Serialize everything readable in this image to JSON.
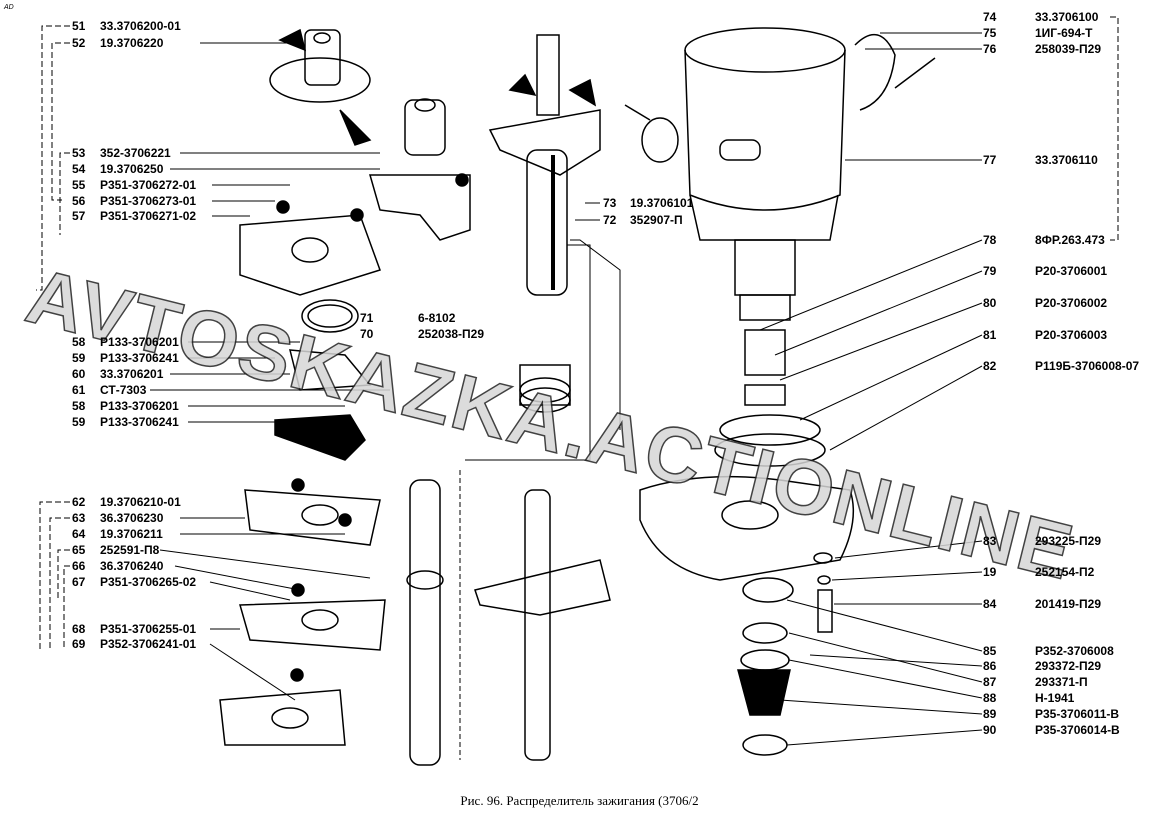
{
  "corner_mark": "AD",
  "watermark": "AVTOSKAZKA.ACTIONLINE",
  "caption": "Рис. 96. Распределитель зажигания (3706/2",
  "left_callouts": [
    {
      "num": "51",
      "code": "33.3706200-01"
    },
    {
      "num": "52",
      "code": "19.3706220"
    },
    {
      "num": "53",
      "code": "352-3706221"
    },
    {
      "num": "54",
      "code": "19.3706250"
    },
    {
      "num": "55",
      "code": "Р351-3706272-01"
    },
    {
      "num": "56",
      "code": "Р351-3706273-01"
    },
    {
      "num": "57",
      "code": "Р351-3706271-02"
    },
    {
      "num": "58",
      "code": "Р133-3706201"
    },
    {
      "num": "59",
      "code": "Р133-3706241"
    },
    {
      "num": "60",
      "code": "33.3706201"
    },
    {
      "num": "61",
      "code": "СТ-7303"
    },
    {
      "num": "58",
      "code": "Р133-3706201"
    },
    {
      "num": "59",
      "code": "Р133-3706241"
    },
    {
      "num": "62",
      "code": "19.3706210-01"
    },
    {
      "num": "63",
      "code": "36.3706230"
    },
    {
      "num": "64",
      "code": "19.3706211"
    },
    {
      "num": "65",
      "code": "252591-П8"
    },
    {
      "num": "66",
      "code": "36.3706240"
    },
    {
      "num": "67",
      "code": "Р351-3706265-02"
    },
    {
      "num": "68",
      "code": "Р351-3706255-01"
    },
    {
      "num": "69",
      "code": "Р352-3706241-01"
    }
  ],
  "middle_callouts": [
    {
      "num": "73",
      "code": "19.3706101"
    },
    {
      "num": "72",
      "code": "352907-П"
    },
    {
      "num": "71",
      "code": "6-8102"
    },
    {
      "num": "70",
      "code": "252038-П29"
    }
  ],
  "right_callouts": [
    {
      "num": "74",
      "code": "33.3706100"
    },
    {
      "num": "75",
      "code": "1ИГ-694-Т"
    },
    {
      "num": "76",
      "code": "258039-П29"
    },
    {
      "num": "77",
      "code": "33.3706110"
    },
    {
      "num": "78",
      "code": "8ФР.263.473"
    },
    {
      "num": "79",
      "code": "Р20-3706001"
    },
    {
      "num": "80",
      "code": "Р20-3706002"
    },
    {
      "num": "81",
      "code": "Р20-3706003"
    },
    {
      "num": "82",
      "code": "Р119Б-3706008-07"
    },
    {
      "num": "83",
      "code": "293225-П29"
    },
    {
      "num": "19",
      "code": "252154-П2"
    },
    {
      "num": "84",
      "code": "201419-П29"
    },
    {
      "num": "85",
      "code": "Р352-3706008"
    },
    {
      "num": "86",
      "code": "293372-П29"
    },
    {
      "num": "87",
      "code": "293371-П"
    },
    {
      "num": "88",
      "code": "Н-1941"
    },
    {
      "num": "89",
      "code": "Р35-3706011-В"
    },
    {
      "num": "90",
      "code": "Р35-3706014-В"
    }
  ]
}
